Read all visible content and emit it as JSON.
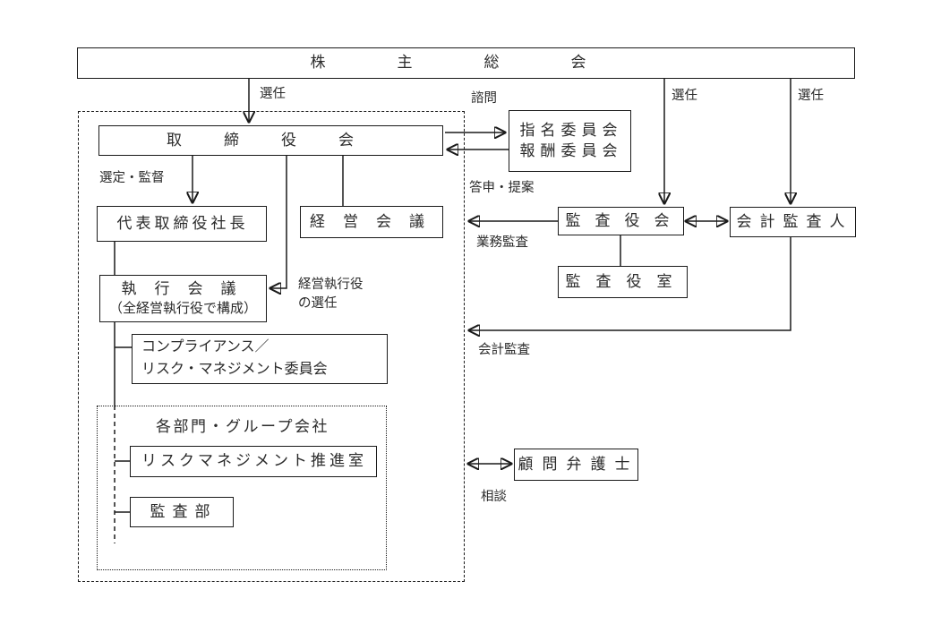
{
  "diagram": {
    "boxes": {
      "shareholders_meeting": {
        "label": "株主総会"
      },
      "board_of_directors": {
        "label": "取締役会"
      },
      "nomination_committee": {
        "line1": "指名委員会",
        "line2": "報酬委員会"
      },
      "president": {
        "label": "代表取締役社長"
      },
      "management_council": {
        "label": "経営会議"
      },
      "audit_board": {
        "label": "監査役会"
      },
      "accounting_auditor": {
        "label": "会計監査人"
      },
      "auditors_office": {
        "label": "監査役室"
      },
      "executive_council": {
        "line1": "執行会議",
        "line2": "（全経営執行役で構成）"
      },
      "compliance_committee": {
        "line1": "コンプライアンス／",
        "line2": "リスク・マネジメント委員会"
      },
      "divisions_group_companies": {
        "label": "各部門・グループ会社"
      },
      "risk_management_office": {
        "label": "リスクマネジメント推進室"
      },
      "audit_department": {
        "label": "監査部"
      },
      "legal_counsel": {
        "label": "顧問弁護士"
      }
    },
    "edge_labels": {
      "appointment_to_board": "選任",
      "appointment_to_audit_board": "選任",
      "appointment_to_accounting_auditor": "選任",
      "advisory": "諮問",
      "report_proposal": "答申・提案",
      "selection_supervision": "選定・監督",
      "operational_audit": "業務監査",
      "executive_officer_election_line1": "経営執行役",
      "executive_officer_election_line2": "の選任",
      "accounting_audit": "会計監査",
      "consultation": "相談"
    },
    "colors": {
      "line": "#1a1a1a",
      "text": "#2b2b2b",
      "background": "#ffffff"
    }
  }
}
